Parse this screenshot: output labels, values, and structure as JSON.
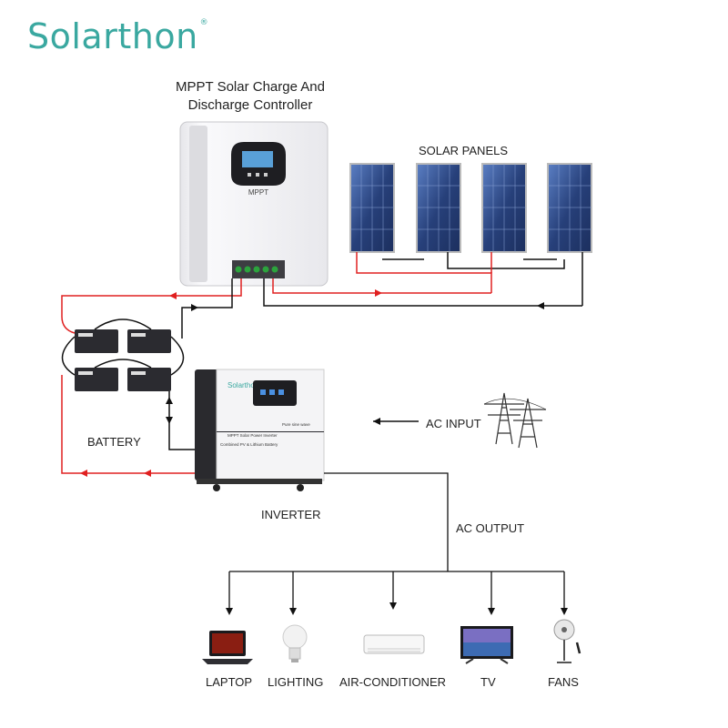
{
  "brand": {
    "name": "Solarthon",
    "mark": "®"
  },
  "controller": {
    "title_line1": "MPPT Solar Charge And",
    "title_line2": "Discharge Controller",
    "badge": "MPPT"
  },
  "panels_label": "SOLAR PANELS",
  "battery_label": "BATTERY",
  "inverter": {
    "label": "INVERTER",
    "brand": "Solarthon",
    "model": "MPPT Solar Power Inverter",
    "tagline": "Combined PV & Lithium Battery",
    "wave": "Pure sine wave"
  },
  "ac_input_label": "AC INPUT",
  "ac_output_label": "AC OUTPUT",
  "loads": [
    {
      "label": "LAPTOP",
      "icon": "laptop-icon"
    },
    {
      "label": "LIGHTING",
      "icon": "bulb-icon"
    },
    {
      "label": "AIR-CONDITIONER",
      "icon": "air-conditioner-icon"
    },
    {
      "label": "TV",
      "icon": "tv-icon"
    },
    {
      "label": "FANS",
      "icon": "fan-icon"
    }
  ],
  "colors": {
    "brand": "#3aa8a0",
    "positive_wire": "#e02020",
    "negative_wire": "#111111",
    "panel": "#27407a"
  }
}
